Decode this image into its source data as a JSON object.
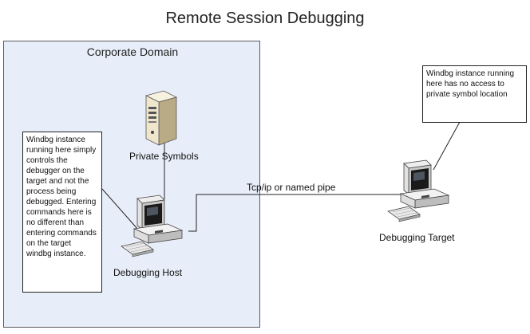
{
  "diagram": {
    "title": "Remote Session Debugging",
    "domain_label": "Corporate Domain",
    "nodes": {
      "private_symbols": "Private Symbols",
      "debugging_host": "Debugging Host",
      "debugging_target": "Debugging Target"
    },
    "connection_label": "Tcp/ip or named pipe",
    "callouts": {
      "host_note": "Windbg instance running here simply controls the debugger on the target and not the process being debugged. Entering commands here is no different than entering commands on the target windbg instance.",
      "target_note": "Windbg instance running here has no access to private symbol location"
    },
    "colors": {
      "domain_fill": "#e8eef9",
      "server_body": "#efe6cc",
      "computer_body": "#d6d6d6"
    },
    "icons": [
      "server-icon",
      "computer-icon",
      "computer-icon"
    ]
  }
}
